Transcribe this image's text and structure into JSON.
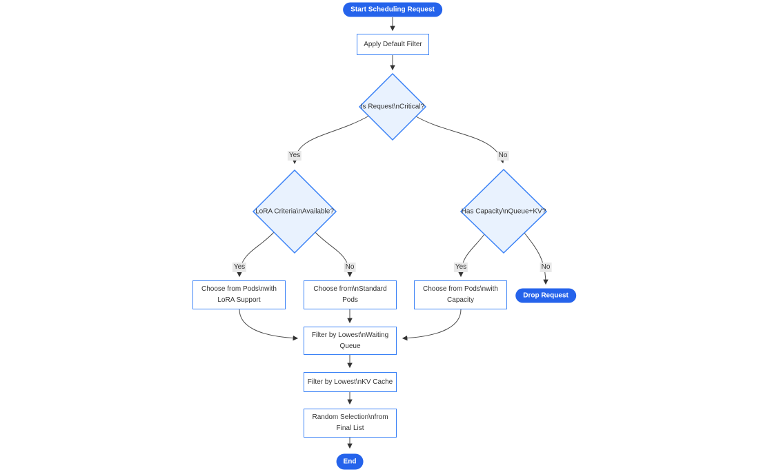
{
  "diagram": {
    "type": "flowchart",
    "nodes": {
      "start": {
        "label": "Start Scheduling Request",
        "shape": "stadium"
      },
      "apply_filter": {
        "label": "Apply Default Filter",
        "shape": "rect"
      },
      "is_critical": {
        "label": "Is Request\\nCritical?",
        "shape": "diamond"
      },
      "lora_criteria": {
        "label": "LoRA Criteria\\nAvailable?",
        "shape": "diamond"
      },
      "has_capacity": {
        "label": "Has Capacity\\nQueue+KV?",
        "shape": "diamond"
      },
      "choose_lora_pods": {
        "label": "Choose from Pods\\nwith LoRA Support",
        "shape": "rect"
      },
      "choose_standard_pods": {
        "label": "Choose from\\nStandard Pods",
        "shape": "rect"
      },
      "choose_capacity_pods": {
        "label": "Choose from Pods\\nwith Capacity",
        "shape": "rect"
      },
      "drop_request": {
        "label": "Drop Request",
        "shape": "stadium"
      },
      "filter_waiting_queue": {
        "label": "Filter by Lowest\\nWaiting Queue",
        "shape": "rect"
      },
      "filter_kv_cache": {
        "label": "Filter by Lowest\\nKV Cache",
        "shape": "rect"
      },
      "random_selection": {
        "label": "Random Selection\\nfrom Final List",
        "shape": "rect"
      },
      "end": {
        "label": "End",
        "shape": "stadium"
      }
    },
    "edge_labels": {
      "critical_yes": "Yes",
      "critical_no": "No",
      "lora_yes": "Yes",
      "lora_no": "No",
      "capacity_yes": "Yes",
      "capacity_no": "No"
    },
    "colors": {
      "accent_blue": "#2563eb",
      "node_border": "#3b82f6",
      "diamond_fill": "#e9f2fe",
      "rect_fill": "#ffffff",
      "edge_color": "#4a4a4a",
      "edge_label_bg": "#e8e8e8",
      "text_color": "#333333"
    }
  }
}
